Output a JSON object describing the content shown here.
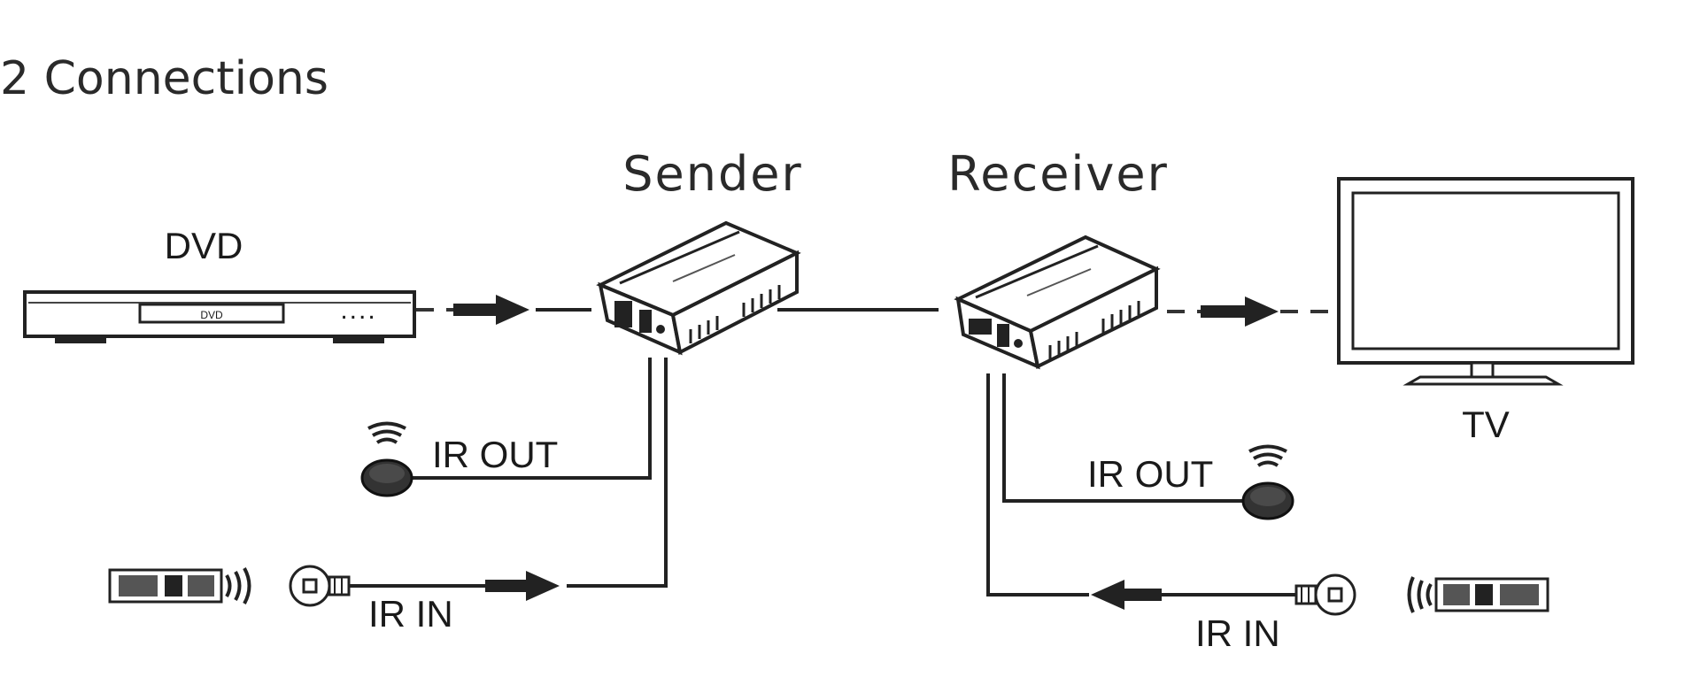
{
  "title": "2  Connections",
  "devices": {
    "dvd_label": "DVD",
    "dvd_screen_text": "DVD",
    "dvd_dots": "....",
    "sender_label": "Sender",
    "receiver_label": "Receiver",
    "tv_label": "TV"
  },
  "sender_side": {
    "ir_out_label": "IR OUT",
    "ir_in_label": "IR IN"
  },
  "receiver_side": {
    "ir_out_label": "IR OUT",
    "ir_in_label": "IR IN"
  },
  "colors": {
    "line": "#222222",
    "text": "#1a1a1a"
  }
}
